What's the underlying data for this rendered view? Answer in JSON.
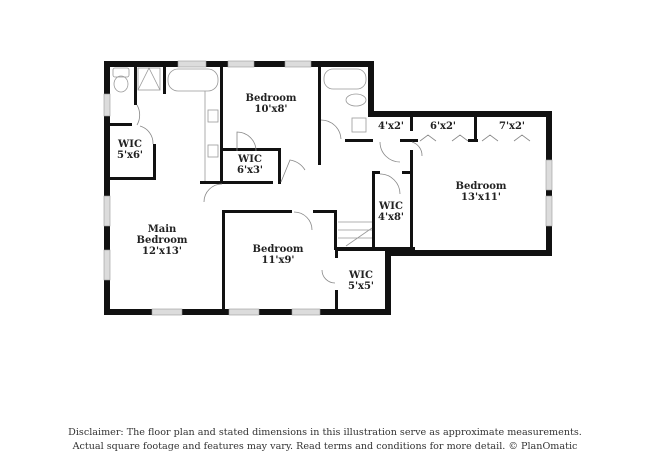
{
  "floorplan": {
    "rooms": [
      {
        "name": "Bedroom",
        "size": "10'x8'"
      },
      {
        "name": "WIC",
        "size": "5'x6'"
      },
      {
        "name": "WIC",
        "size": "6'x3'"
      },
      {
        "name": "Main Bedroom",
        "name_line1": "Main",
        "name_line2": "Bedroom",
        "size": "12'x13'"
      },
      {
        "name": "Bedroom",
        "size": "11'x9'"
      },
      {
        "name": "WIC",
        "size": "5'x5'"
      },
      {
        "name": "WIC",
        "size": "4'x8'"
      },
      {
        "name": "Bedroom",
        "size": "13'x11'"
      },
      {
        "name": "",
        "size": "4'x2'"
      },
      {
        "name": "",
        "size": "6'x2'"
      },
      {
        "name": "",
        "size": "7'x2'"
      }
    ],
    "colors": {
      "wall": "#111111",
      "window": "#d9d9d9",
      "fixture": "#999999",
      "background": "#ffffff"
    }
  },
  "disclaimer": {
    "line1": "Disclaimer: The floor plan and stated dimensions in this illustration serve as approximate measurements.",
    "line2": "Actual square footage and features may vary. Read terms and conditions for more detail. © PlanOmatic"
  }
}
